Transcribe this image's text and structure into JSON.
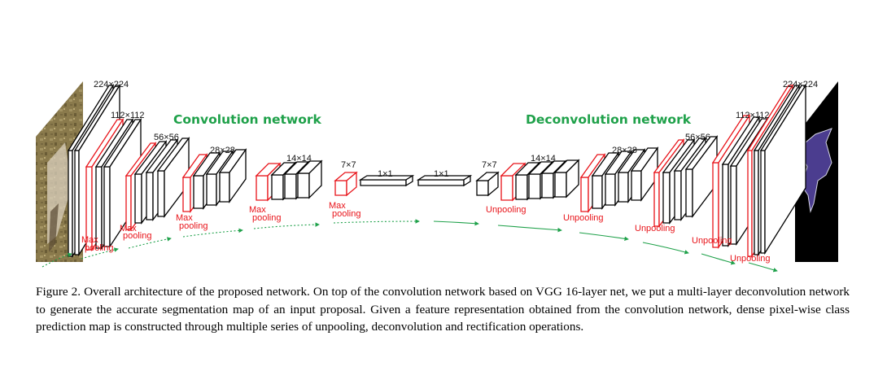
{
  "figure": {
    "conv_title": "Convolution network",
    "deconv_title": "Deconvolution network",
    "enc_dims": [
      "224×224",
      "112×112",
      "56×56",
      "28×28",
      "14×14",
      "7×7"
    ],
    "mid_dims": [
      "1×1",
      "1×1"
    ],
    "dec_dims": [
      "7×7",
      "14×14",
      "28×28",
      "56×56",
      "112×112",
      "224×224"
    ],
    "pool_top": "Max",
    "pool_bottom": "pooling",
    "unpool_label": "Unpooling",
    "colors": {
      "red": "#e8141a",
      "green": "#1fa14a",
      "mask": "#4b3d8f"
    }
  },
  "caption": "Figure 2. Overall architecture of the proposed network. On top of the convolution network based on VGG 16-layer net, we put a multi-layer deconvolution network to generate the accurate segmentation map of an input proposal. Given a feature representation obtained from the convolution network, dense pixel-wise class prediction map is constructed through multiple series of unpooling, deconvolution and rectification operations."
}
